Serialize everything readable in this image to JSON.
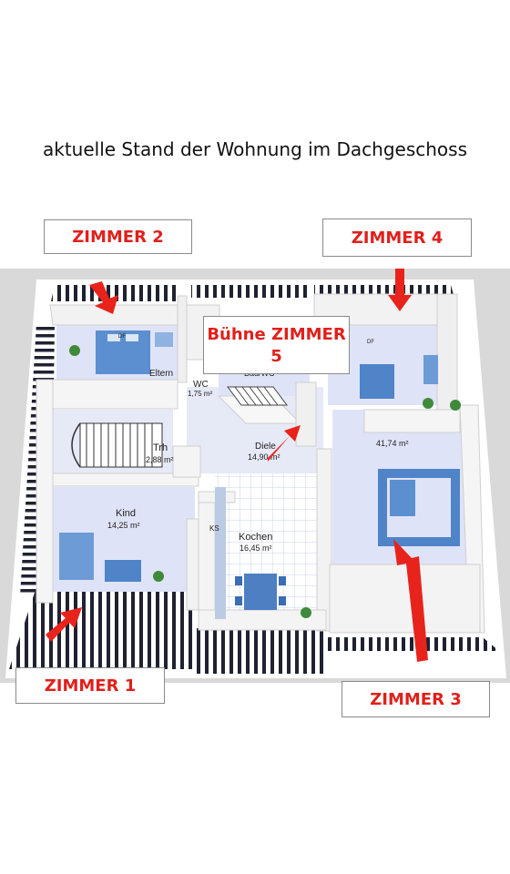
{
  "title": "aktuelle Stand der Wohnung im Dachgeschoss",
  "labels": {
    "zimmer1": "ZIMMER 1",
    "zimmer2": "ZIMMER 2",
    "zimmer3": "ZIMMER 3",
    "zimmer4": "ZIMMER 4",
    "buehne_line1": "Bühne ZIMMER",
    "buehne_line2": "5"
  },
  "rooms": {
    "eltern": "Eltern",
    "wc": "WC",
    "wc_area": "1,75 m²",
    "bad": "Bad/WC",
    "trh": "Trh",
    "trh_area": "2,88 m²",
    "diele": "Diele",
    "diele_area": "14,90 m²",
    "wohnen_area": "41,74 m²",
    "kind": "Kind",
    "kind_area": "14,25 m²",
    "kochen": "Kochen",
    "kochen_area": "16,45 m²",
    "ks": "KS",
    "df": "DF"
  },
  "colors": {
    "arrow": "#e8231c",
    "label_text": "#e0201b",
    "floor": "#dfe3f7",
    "furniture": "#5b8fd0",
    "wall": "#f4f4f4"
  }
}
